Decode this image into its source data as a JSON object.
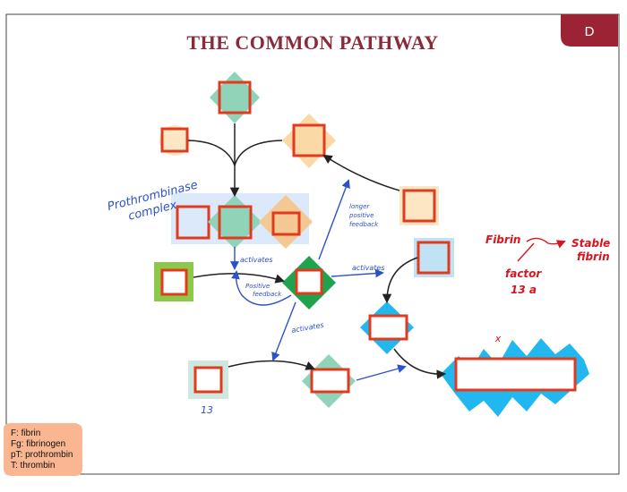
{
  "slide": {
    "title": "THE COMMON PATHWAY",
    "badge": "D"
  },
  "annotations": {
    "prothrombinase": [
      "Prothrombinase",
      "complex"
    ],
    "activates_1": "activates",
    "positive_feedback": [
      "Positive",
      "feedback"
    ],
    "activates_2": "activates",
    "activates_3": "activates",
    "longer_positive_feedback": [
      "longer",
      "positive",
      "feedback"
    ],
    "factor_13_label": "13",
    "fibrin": "Fibrin",
    "stable_fibrin": [
      "Stable",
      "fibrin"
    ],
    "factor_13a": [
      "factor",
      "13 a"
    ],
    "marker_x": "x"
  },
  "legend": {
    "lines": [
      "F: fibrin",
      "Fg: fibrinogen",
      "pT: prothrombin",
      "T: thrombin"
    ]
  },
  "colors": {
    "title": "#8a2a3a",
    "badge": "#9b2333",
    "box_border": "#e03a1f",
    "blue_ink": "#2c52c9",
    "red_ink": "#d9141e",
    "teal": "#8fd3b8",
    "peach": "#fbd9a6",
    "cyan": "#22b8ef",
    "green": "#1fa34d",
    "lime": "#8cc94a",
    "complex_bg": "#dce9fb",
    "legend_bg": "#f9b690"
  }
}
